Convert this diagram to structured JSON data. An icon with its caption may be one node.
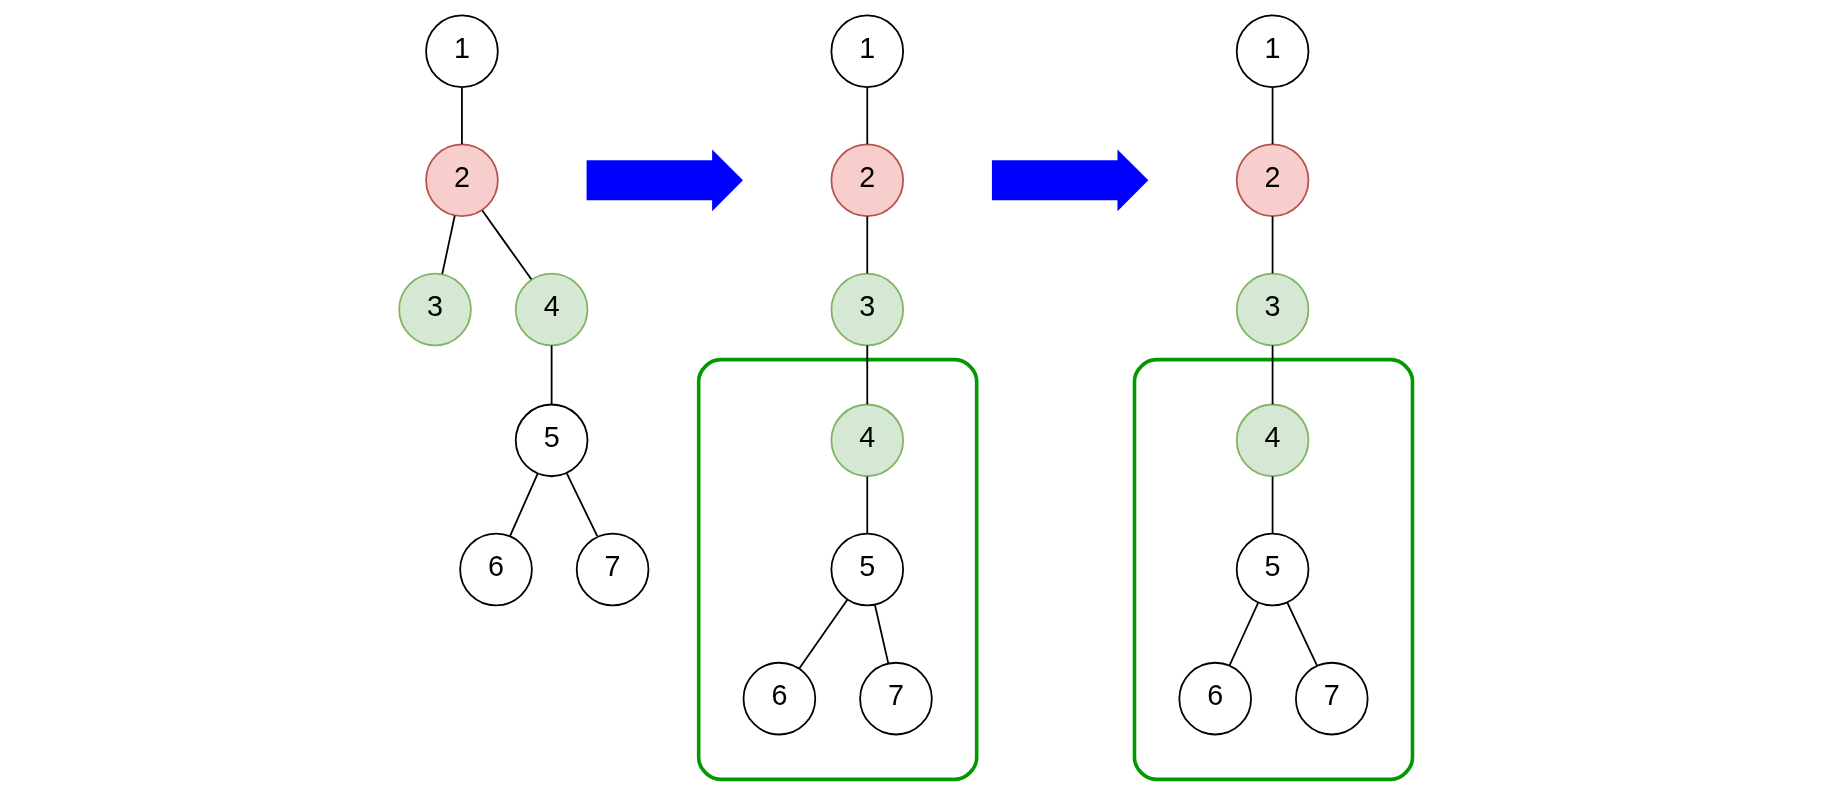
{
  "diagram": {
    "nodes": [
      {
        "text": [
          "1"
        ]
      },
      {
        "text": [
          "2"
        ]
      },
      {
        "text": [
          "3"
        ]
      },
      {
        "text": [
          "4"
        ]
      },
      {
        "text": [
          "5"
        ]
      },
      {
        "text": [
          "6"
        ]
      },
      {
        "text": [
          "7"
        ]
      },
      {
        "text": [],
        "shape": "arrow"
      },
      {
        "text": [
          "1"
        ]
      },
      {
        "text": [
          "2"
        ]
      },
      {
        "text": [
          "3"
        ]
      },
      {
        "text": [],
        "shape": "box"
      },
      {
        "text": [
          "4"
        ],
        "in": 11
      },
      {
        "text": [
          "5"
        ],
        "in": 11
      },
      {
        "text": [
          "6"
        ],
        "in": 11
      },
      {
        "text": [
          "7"
        ],
        "in": 11
      },
      {
        "text": [],
        "shape": "arrow"
      },
      {
        "text": [
          "1"
        ]
      },
      {
        "text": [
          "2"
        ]
      },
      {
        "text": [
          "3"
        ]
      },
      {
        "text": [],
        "shape": "box"
      },
      {
        "text": [
          "4"
        ],
        "in": 20
      },
      {
        "text": [
          "5"
        ],
        "in": 20
      },
      {
        "text": [
          "6"
        ],
        "in": 20
      },
      {
        "text": [
          "7"
        ],
        "in": 20
      }
    ],
    "edges": [
      {
        "from": 0,
        "to": 1,
        "arrow": "none"
      },
      {
        "from": 1,
        "to": 2,
        "arrow": "none"
      },
      {
        "from": 1,
        "to": 3,
        "arrow": "none"
      },
      {
        "from": 3,
        "to": 4,
        "arrow": "none"
      },
      {
        "from": 4,
        "to": 5,
        "arrow": "none"
      },
      {
        "from": 4,
        "to": 6,
        "arrow": "none"
      },
      {
        "from": 8,
        "to": 9,
        "arrow": "none"
      },
      {
        "from": 9,
        "to": 10,
        "arrow": "none"
      },
      {
        "from": 10,
        "to": 12,
        "arrow": "none"
      },
      {
        "from": 12,
        "to": 13,
        "arrow": "none"
      },
      {
        "from": 13,
        "to": 14,
        "arrow": "none"
      },
      {
        "from": 13,
        "to": 15,
        "arrow": "none"
      },
      {
        "from": 17,
        "to": 18,
        "arrow": "none"
      },
      {
        "from": 18,
        "to": 19,
        "arrow": "none"
      },
      {
        "from": 19,
        "to": 21,
        "arrow": "none"
      },
      {
        "from": 21,
        "to": 22,
        "arrow": "none"
      },
      {
        "from": 22,
        "to": 23,
        "arrow": "none"
      },
      {
        "from": 22,
        "to": 24,
        "arrow": "none"
      }
    ]
  }
}
